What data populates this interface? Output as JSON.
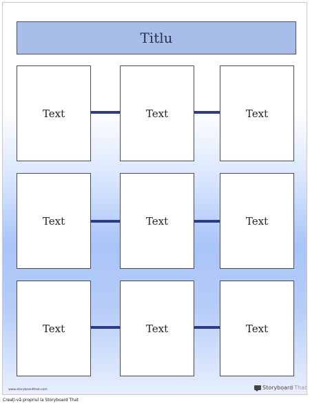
{
  "title": "Titlu",
  "cells": [
    [
      "Text",
      "Text",
      "Text"
    ],
    [
      "Text",
      "Text",
      "Text"
    ],
    [
      "Text",
      "Text",
      "Text"
    ]
  ],
  "footer": {
    "url": "www.storyboardthat.com",
    "brand_name": "Storyboard",
    "brand_suffix": "That",
    "caption": "Creați-vă propriul la Storyboard That"
  },
  "colors": {
    "title_bar": "#a8bde9",
    "connector": "#2f3a8f"
  }
}
